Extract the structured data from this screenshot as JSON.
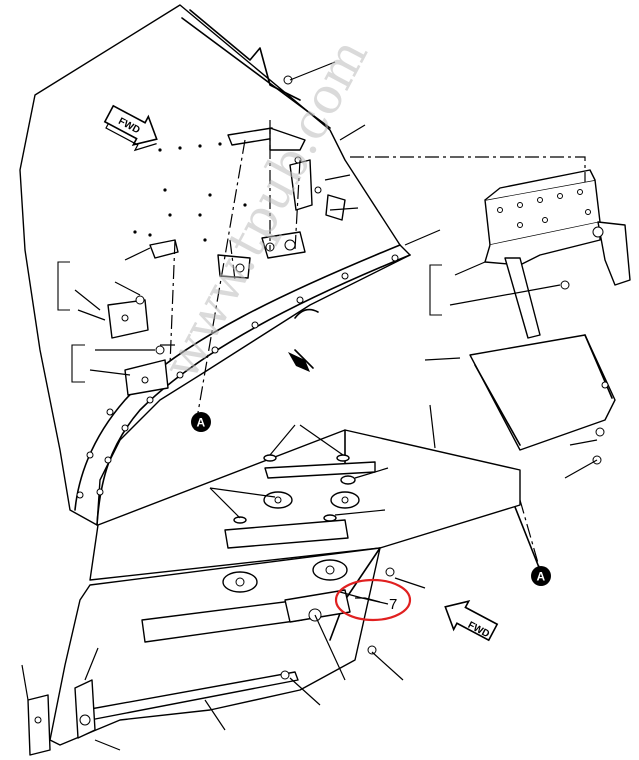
{
  "diagram": {
    "callout_number": "7",
    "reference_marker_label": "A",
    "direction_label": "FWD",
    "watermark_text": "www.tpub.com",
    "highlight_color": "#e02020",
    "line_color": "#000000"
  }
}
